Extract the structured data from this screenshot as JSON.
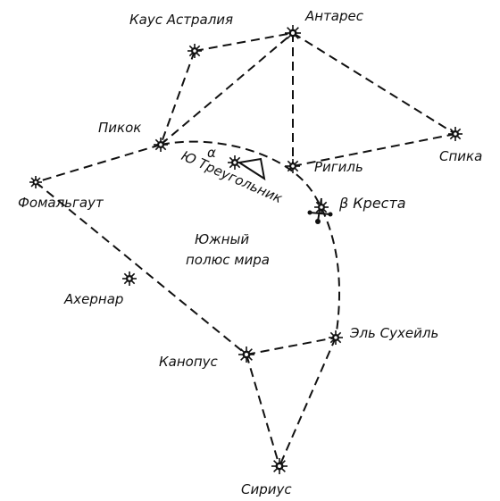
{
  "labels": {
    "kaus": "Каус Астралия",
    "antares": "Антарес",
    "pikok": "Пикок",
    "spika": "Спика",
    "fomalgaut": "Фомальгаут",
    "rigil": "Ригиль",
    "alpha": "α",
    "tri": "Ю Треугольник",
    "beta": "β Креста",
    "pole": "Южный",
    "pole2": "полюс мира",
    "ahernar": "Ахернар",
    "el_suheil": "Эль Сухейль",
    "kanopus": "Канопус",
    "sirius": "Сириус"
  }
}
